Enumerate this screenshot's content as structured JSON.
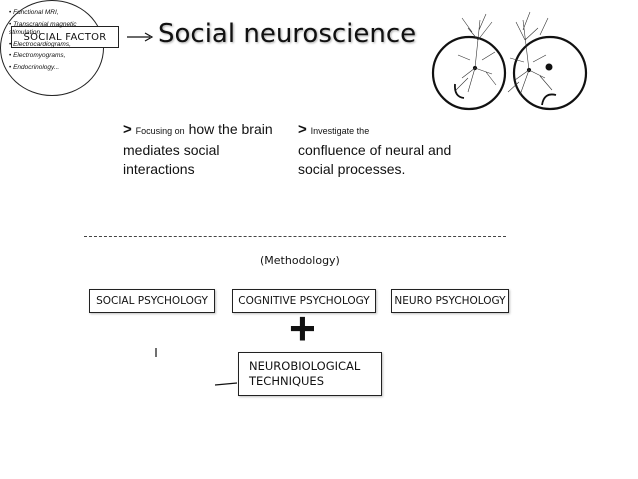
{
  "social_factor": "SOCIAL FACTOR",
  "title": "Social neuroscience",
  "note_left": {
    "marker": ">",
    "lead": "Focusing on",
    "rest": "how the brain mediates social interactions"
  },
  "note_right": {
    "marker": ">",
    "lead": "Investigate the",
    "rest": "confluence of neural and social processes."
  },
  "methodology": "(Methodology)",
  "fields": [
    "SOCIAL PSYCHOLOGY",
    "COGNITIVE PSYCHOLOGY",
    "NEURO PSYCHOLOGY"
  ],
  "plus": "+",
  "neurobiological": [
    "NEUROBIOLOGICAL",
    "TECHNIQUES"
  ],
  "techniques": [
    "Functional MRI,",
    "Transcranial magnetic stimulation,",
    "Electrocardiograms,",
    "Electromyograms,",
    "Endocrinology..."
  ],
  "faces": [
    "happy-face-icon",
    "sad-face-icon"
  ]
}
